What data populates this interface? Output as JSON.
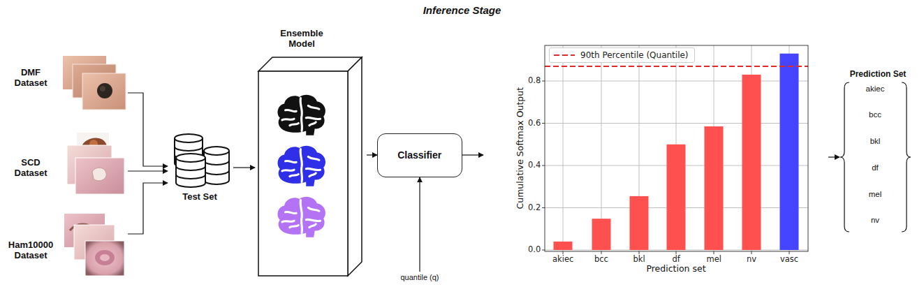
{
  "diagram": {
    "title": "Inference Stage",
    "nodes": [
      {
        "text": [
          "DMF Dataset"
        ]
      },
      {
        "text": [
          "SCD Dataset"
        ]
      },
      {
        "text": [
          "Ham10000 Dataset"
        ]
      },
      {
        "text": [
          "Test Set"
        ]
      },
      {
        "text": [
          "Ensemble Model"
        ]
      },
      {
        "text": [
          "Classifier"
        ]
      },
      {
        "text": [
          "quantile (q)"
        ]
      },
      {
        "text": [
          "Cumulative Softmax Output",
          "Prediction set"
        ]
      },
      {
        "text": [
          "Prediction Set",
          "akiec",
          "bcc",
          "bkl",
          "df",
          "mel",
          "nv"
        ]
      }
    ],
    "edges": [
      {
        "from": 0,
        "to": 3,
        "arrow": "to"
      },
      {
        "from": 1,
        "to": 3,
        "arrow": "to"
      },
      {
        "from": 2,
        "to": 3,
        "arrow": "to"
      },
      {
        "from": 3,
        "to": 4,
        "arrow": "to"
      },
      {
        "from": 4,
        "to": 5,
        "arrow": "to"
      },
      {
        "from": 6,
        "to": 5,
        "arrow": "to"
      },
      {
        "from": 5,
        "to": 7,
        "arrow": "to"
      },
      {
        "from": 7,
        "to": 8,
        "arrow": "to"
      }
    ],
    "labels": [
      "0.0",
      "0.2",
      "0.4",
      "0.6",
      "0.8",
      "akiec",
      "bcc",
      "bkl",
      "df",
      "mel",
      "nv",
      "vasc"
    ],
    "legend": [
      {
        "text": "90th Percentile (Quantile)"
      }
    ]
  }
}
